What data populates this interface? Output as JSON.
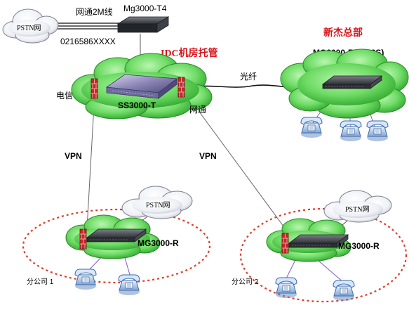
{
  "colors": {
    "cloud_green": "#7fe07a",
    "cloud_white": "#f2f3f6",
    "dashed_ring": "#e23a2a",
    "accent_red": "#d8141b",
    "device_dark": "#3c3f44",
    "firewall": "#c6282b"
  },
  "nodes": {
    "top_device": "Mg3000-T4",
    "idc": "IDC机房托管",
    "hq": "新杰总部",
    "hq_device": "MG3000-R32(32S)",
    "center_device": "SS3000-T",
    "branch1_device": "MG3000-R",
    "branch2_device": "MG3000-R"
  },
  "clouds": {
    "pstn_top": "PSTN网",
    "pstn_branch1": "PSTN网",
    "pstn_branch2": "PSTN网"
  },
  "links": {
    "trunk": "网通2M线",
    "number": "0216586XXXX",
    "fiber": "光纤",
    "telecom": "电信",
    "netcom": "网通",
    "vpn_left": "VPN",
    "vpn_right": "VPN"
  },
  "sites": {
    "branch1": "分公司 1",
    "branch2": "分公司 2"
  },
  "icons": [
    "cloud-icon",
    "router-icon",
    "firewall-icon",
    "telephone-icon",
    "switch-icon"
  ]
}
